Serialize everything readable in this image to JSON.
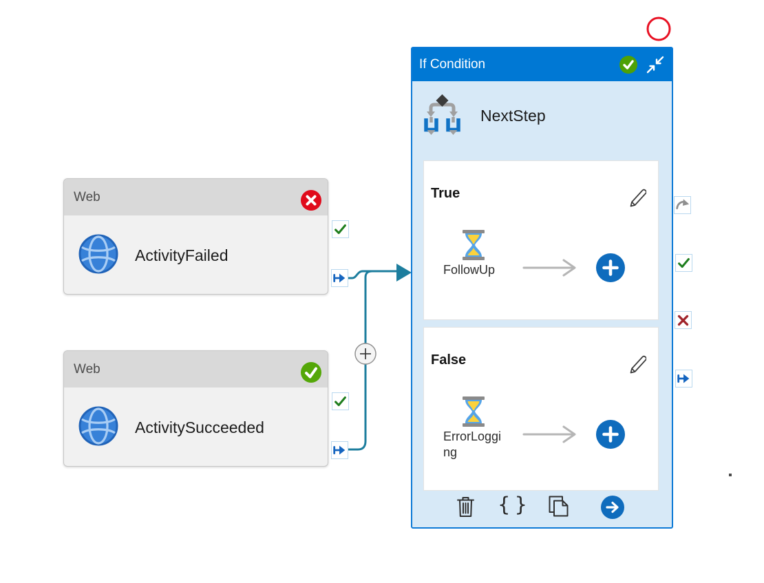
{
  "colors": {
    "header_blue": "#0078d4",
    "panel_body_blue": "#d7e9f7",
    "connector_teal": "#1d7e9e",
    "accent_blue": "#0f6cbd",
    "globe_blue": "#3781d8",
    "success_green": "#54a708",
    "port_check_green": "#1e7e1e",
    "error_red": "#e00b1c",
    "port_fail_red": "#a1262d",
    "web_header_gray": "#d9d9d9",
    "web_body_gray": "#f1f1f1",
    "annotation_red": "#e81123"
  },
  "web_activities": [
    {
      "type_label": "Web",
      "name": "ActivityFailed",
      "status": "failed"
    },
    {
      "type_label": "Web",
      "name": "ActivitySucceeded",
      "status": "succeeded"
    }
  ],
  "if_condition": {
    "type_title": "If Condition",
    "name": "NextStep",
    "status": "succeeded",
    "branches": [
      {
        "label": "True",
        "activities": [
          {
            "name": "FollowUp",
            "type": "Wait"
          }
        ]
      },
      {
        "label": "False",
        "activities": [
          {
            "name": "ErrorLogging",
            "type": "Wait"
          }
        ]
      }
    ],
    "toolbar": {
      "braces_glyph": "{}"
    }
  },
  "icons": {
    "error-badge": "✗",
    "success-badge": "✓",
    "port-success": "✓",
    "port-output-arrow": "→",
    "port-skip": "↷",
    "port-fail": "✕",
    "collapse": "⇲⇱",
    "edit-pencil": "✎",
    "delete": "🗑",
    "copy": "⧉",
    "add-activity": "+",
    "open-activity": "→",
    "connector-add": "+"
  }
}
